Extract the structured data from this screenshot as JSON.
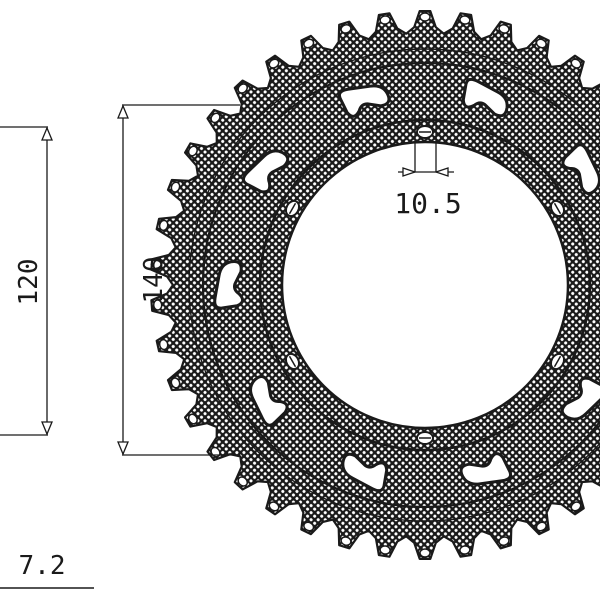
{
  "drawing": {
    "subject": "rear sprocket technical drawing",
    "tooth_count": 42,
    "bolt_hole_count": 6,
    "lightening_cutout_count": 10,
    "colors": {
      "ink": "#1a1a1a",
      "paper": "#ffffff"
    }
  },
  "dimensions": {
    "inner_bolt_pcd": {
      "label": "120",
      "orientation": "vertical"
    },
    "outer_pcd": {
      "label": "140",
      "orientation": "vertical"
    },
    "bolt_hole": {
      "label": "10.5",
      "orientation": "horizontal"
    },
    "thickness": {
      "label": "7.2",
      "orientation": "horizontal"
    }
  }
}
